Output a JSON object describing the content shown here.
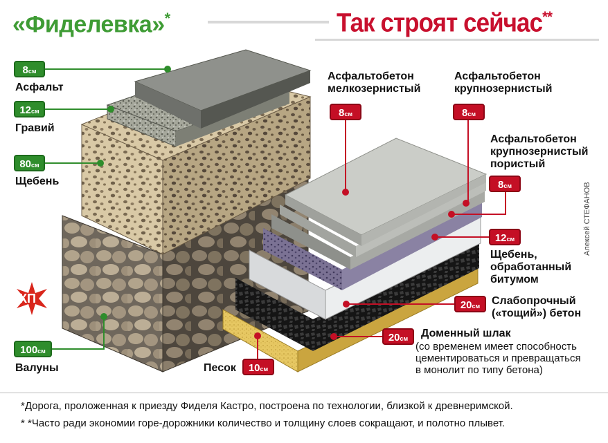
{
  "title_left": "«Фиделевка»",
  "title_left_mark": "*",
  "title_right": "Так строят сейчас",
  "title_right_mark": "**",
  "unit": "см",
  "left_layers": [
    {
      "value": "8",
      "label": "Асфальт"
    },
    {
      "value": "12",
      "label": "Гравий"
    },
    {
      "value": "80",
      "label": "Щебень"
    },
    {
      "value": "100",
      "label": "Валуны"
    }
  ],
  "right_layers": {
    "fine_asphalt": {
      "value": "8",
      "label_1": "Асфальтобетон",
      "label_2": "мелкозернистый"
    },
    "coarse_asphalt": {
      "value": "8",
      "label_1": "Асфальтобетон",
      "label_2": "крупнозернистый"
    },
    "porous_asphalt": {
      "value": "8",
      "label_1": "Асфальтобетон",
      "label_2": "крупнозернистый",
      "label_3": "пористый"
    },
    "bitumen_rubble": {
      "value": "12",
      "label_1": "Щебень,",
      "label_2": "обработанный",
      "label_3": "битумом"
    },
    "lean_concrete": {
      "value": "20",
      "label_1": "Слабопрочный",
      "label_2": "(«тощий») бетон"
    },
    "slag": {
      "value": "20",
      "label": "Доменный шлак",
      "note_1": "(со временем имеет способность",
      "note_2": "цементироваться и превращаться",
      "note_3": "в монолит по типу бетона)"
    },
    "sand": {
      "value": "10",
      "label": "Песок"
    }
  },
  "credit": "Алексей СТЕФАНОВ",
  "logo": "КП",
  "footnote_1": "*Дорога, проложенная к приезду Фиделя Кастро, построена по технологии, близкой к древнеримской.",
  "footnote_2": "* *Часто ради экономии горе-дорожники количество и толщину слоев сокращают, и полотно плывет.",
  "colors": {
    "green": "#2f8d2c",
    "red": "#c40f25",
    "title_green": "#3f9c35",
    "title_red": "#c8102e"
  }
}
